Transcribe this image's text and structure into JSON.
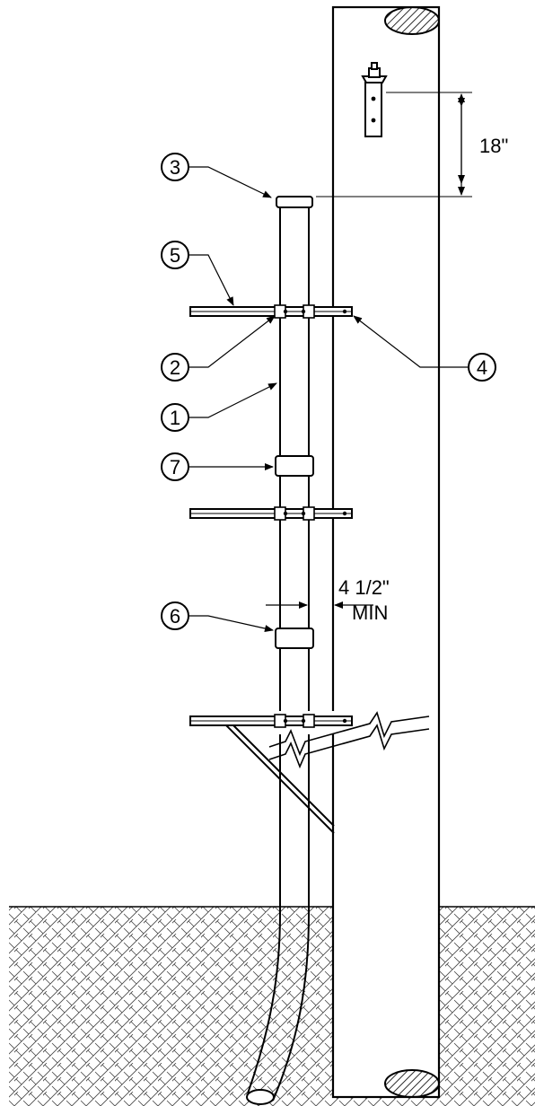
{
  "dimensions": {
    "top_spacing": "18\"",
    "standoff_value": "4 1/2\"",
    "standoff_qualifier": "MIN"
  },
  "callouts": [
    {
      "id": "3",
      "label": "3"
    },
    {
      "id": "5",
      "label": "5"
    },
    {
      "id": "2",
      "label": "2"
    },
    {
      "id": "4",
      "label": "4"
    },
    {
      "id": "1",
      "label": "1"
    },
    {
      "id": "7",
      "label": "7"
    },
    {
      "id": "6",
      "label": "6"
    }
  ]
}
